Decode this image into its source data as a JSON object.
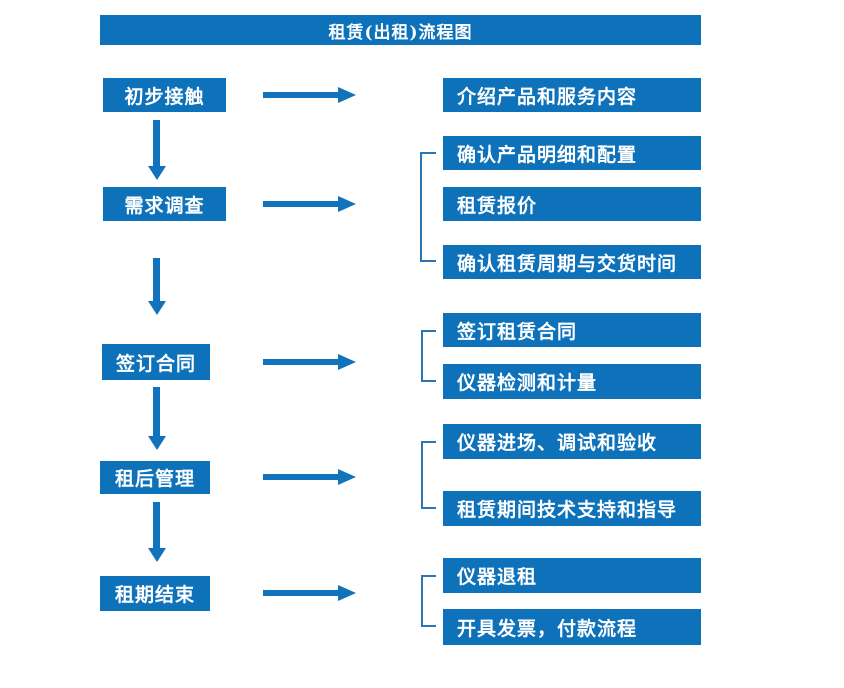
{
  "title": "租赁(出租)流程图",
  "colors": {
    "primary": "#0e72ba",
    "arrow": "#1073bc",
    "bracket": "#2e75b6",
    "box_text": "#ffffff",
    "background": "#ffffff"
  },
  "steps": [
    {
      "label": "初步接触",
      "outputs": [
        "介绍产品和服务内容"
      ]
    },
    {
      "label": "需求调查",
      "outputs": [
        "确认产品明细和配置",
        "租赁报价",
        "确认租赁周期与交货时间"
      ]
    },
    {
      "label": "签订合同",
      "outputs": [
        "签订租赁合同",
        "仪器检测和计量"
      ]
    },
    {
      "label": "租后管理",
      "outputs": [
        "仪器进场、调试和验收",
        "租赁期间技术支持和指导"
      ]
    },
    {
      "label": "租期结束",
      "outputs": [
        "仪器退租",
        "开具发票，付款流程"
      ]
    }
  ]
}
